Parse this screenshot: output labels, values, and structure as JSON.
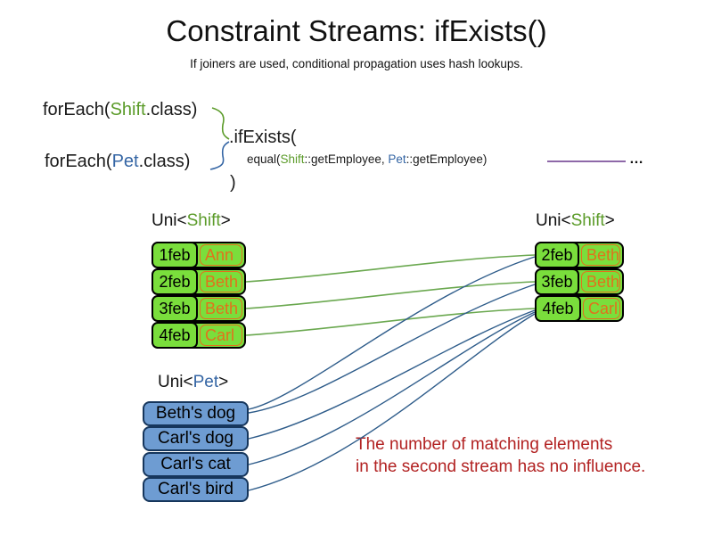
{
  "slide": {
    "title": "Constraint Streams: ifExists()",
    "subtitle": "If joiners are used, conditional propagation uses hash lookups."
  },
  "code": {
    "foreach_shift": {
      "prefix": "forEach(",
      "class_name": "Shift",
      "suffix": ".class)"
    },
    "foreach_pet": {
      "prefix": "forEach(",
      "class_name": "Pet",
      "suffix": ".class)"
    },
    "if_exists": ".ifExists(",
    "equal_line": {
      "prefix": "equal(",
      "shift": "Shift",
      "mid": "::getEmployee, ",
      "pet": "Pet",
      "suffix": "::getEmployee)"
    },
    "close_paren": ")",
    "ellipsis": "…"
  },
  "left_shift_table": {
    "label_prefix": "Uni<",
    "label_type": "Shift",
    "label_suffix": ">",
    "rows": [
      {
        "date": "1feb",
        "name": "Ann"
      },
      {
        "date": "2feb",
        "name": "Beth"
      },
      {
        "date": "3feb",
        "name": "Beth"
      },
      {
        "date": "4feb",
        "name": "Carl"
      }
    ]
  },
  "right_shift_table": {
    "label_prefix": "Uni<",
    "label_type": "Shift",
    "label_suffix": ">",
    "rows": [
      {
        "date": "2feb",
        "name": "Beth"
      },
      {
        "date": "3feb",
        "name": "Beth"
      },
      {
        "date": "4feb",
        "name": "Carl"
      }
    ]
  },
  "pet_list": {
    "label_prefix": "Uni<",
    "label_type": "Pet",
    "label_suffix": ">",
    "items": [
      {
        "label": "Beth's dog"
      },
      {
        "label": "Carl's dog"
      },
      {
        "label": "Carl's cat"
      },
      {
        "label": "Carl's bird"
      }
    ]
  },
  "note": {
    "line1": "The number of matching elements",
    "line2": "in the second stream has no influence."
  },
  "colors": {
    "shift_green": "#5b9b29",
    "pet_blue": "#3465a4",
    "cell_green": "#7ade3c",
    "name_orange": "#e2711c",
    "pet_box_blue": "#6e9cd2",
    "note_red": "#b22222",
    "line_green": "#6aa84f",
    "line_blue": "#2e5c8a",
    "line_purple": "#8e68a8"
  }
}
